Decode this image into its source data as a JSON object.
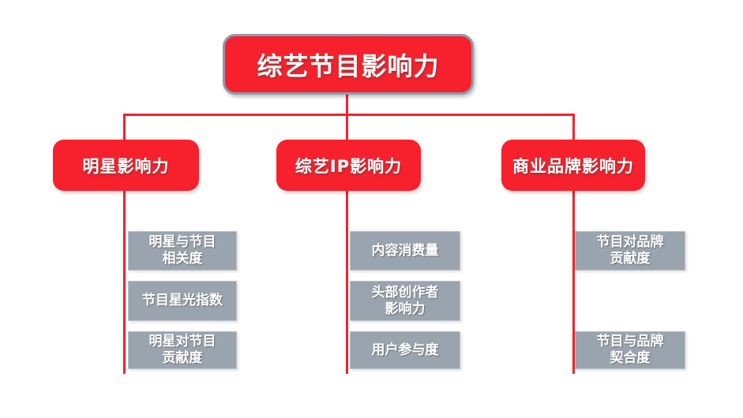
{
  "colors": {
    "accent_red": "#f6212d",
    "node_gray": "#9aa4ae",
    "root_border": "#8c9caa",
    "text_white": "#ffffff"
  },
  "tree": {
    "root_label": "综艺节目影响力",
    "branches": [
      {
        "label": "明星影响力",
        "children": [
          "明星与节目\n相关度",
          "节目星光指数",
          "明星对节目\n贡献度"
        ]
      },
      {
        "label": "综艺IP影响力",
        "children": [
          "内容消费量",
          "头部创作者\n影响力",
          "用户参与度"
        ]
      },
      {
        "label": "商业品牌影响力",
        "children": [
          "节目对品牌\n贡献度",
          "节目与品牌\n契合度"
        ]
      }
    ]
  }
}
